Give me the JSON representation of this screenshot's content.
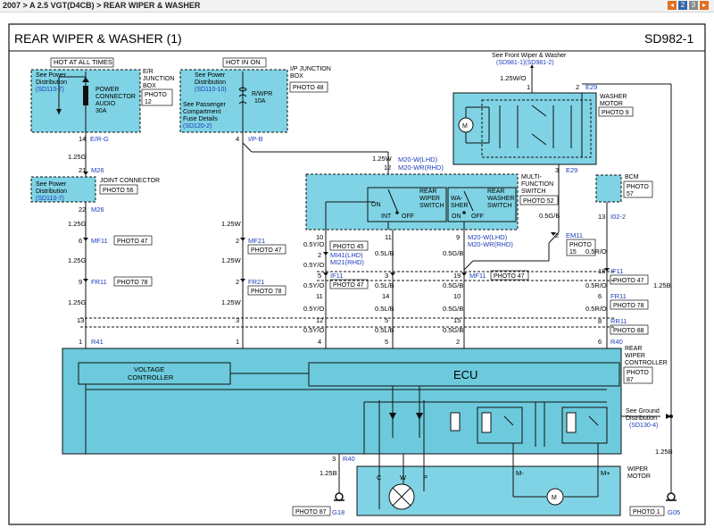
{
  "header": {
    "breadcrumb": "2007 > A 2.5 VGT(D4CB)  >  REAR WIPER & WASHER",
    "nav": [
      "◂",
      "2",
      "3",
      "▸"
    ]
  },
  "diagram": {
    "title": "REAR WIPER & WASHER (1)",
    "code": "SD982-1",
    "labels": {
      "hot_all_times": "HOT AT ALL TIMES",
      "hot_in_on": "HOT IN ON",
      "see_power_dist": "See Power",
      "distribution": "Distribution",
      "sd110_7": "(SD110-7)",
      "sd110_10": "(SD110-10)",
      "power_connector": "POWER",
      "connector": "CONNECTOR",
      "audio": "AUDIO",
      "a30": "30A",
      "er_junction": "E/R",
      "junction": "JUNCTION",
      "box": "BOX",
      "photo12a": "PHOTO",
      "photo12b": "12",
      "ip_junction": "I/P JUNCTION",
      "ip_box": "BOX",
      "photo48": "PHOTO 48",
      "rwpr": "R/WPR",
      "a10": "10A",
      "see_passenger": "See Passenger",
      "compartment": "Compartment",
      "fuse_details": "Fuse Details",
      "sd120_2": "(SD120-2)",
      "pin14": "14",
      "erg": "E/R-G",
      "pin4": "4",
      "ipb": "I/P-B",
      "w125g": "1.25G",
      "w125w": "1.25W",
      "pin21": "21",
      "m26a": "M26",
      "joint_connector": "JOINT CONNECTOR",
      "photo56": "PHOTO 56",
      "pin22": "22",
      "m26b": "M26",
      "w125w_b": "1.25W",
      "pin12": "12",
      "m20w_lhd": "M20-W(LHD)",
      "m20wr_rhd": "M20-WR(RHD)",
      "front_wiper1": "See Front Wiper & Washer",
      "front_wiper2": "(SD981-1)(SD981-2)",
      "w125wo": "1.25W/O",
      "pin1": "1",
      "pin2": "2",
      "e29a": "E29",
      "washer_motor1": "WASHER",
      "washer_motor2": "MOTOR",
      "photo9": "PHOTO 9",
      "motor_m": "M",
      "pin3": "3",
      "e29b": "E29",
      "multi1": "MULTI-",
      "multi2": "FUNCTION",
      "multi3": "SWITCH",
      "photo52": "PHOTO 52",
      "rear_wiper_sw1": "REAR",
      "rear_wiper_sw2": "WIPER",
      "rear_wiper_sw3": "SWITCH",
      "rear_washer_sw1": "REAR",
      "rear_washer_sw2": "WASHER",
      "rear_washer_sw3": "SWITCH",
      "on": "ON",
      "int": "INT",
      "off": "OFF",
      "wa": "WA-",
      "sher": "SHER",
      "on2": "ON",
      "off2": "OFF",
      "bcm": "BCM",
      "photo57a": "PHOTO",
      "photo57b": "57",
      "w05gb": "0.5G/B",
      "pin_em11": "2",
      "em11": "EM11",
      "photo15a": "PHOTO",
      "photo15b": "15",
      "pin13_bcm": "13",
      "i02_2": "I02-2",
      "pin6": "6",
      "mf11": "MF11",
      "photo47": "PHOTO 47",
      "pin2b": "2",
      "mf21": "MF21",
      "photo47b": "PHOTO 47",
      "pin9": "9",
      "fr11": "FR11",
      "photo78": "PHOTO 78",
      "pin2c": "2",
      "fr21": "FR21",
      "photo78b": "PHOTO 78",
      "pin13": "13",
      "pin3b": "3",
      "pin1r41": "1",
      "r41": "R41",
      "pin1b": "1",
      "pin10": "10",
      "w05yo": "0.5Y/O",
      "pin2d": "2",
      "mi41": "MI41(LHD)",
      "mi21": "MI21(RHD)",
      "photo45": "PHOTO 45",
      "pin11": "11",
      "w05lb": "0.5L/B",
      "pin9b": "9",
      "w05gb_b": "0.5G/B",
      "m20w_lhd2": "M20-W(LHD)",
      "m20wr_rhd2": "M20-WR(RHD)",
      "pin5": "5",
      "if11": "IF11",
      "photo47c": "PHOTO 47",
      "pin3c": "3",
      "pin19": "19",
      "mf11b": "MF11",
      "photo47d": "PHOTO 47",
      "pin18": "18",
      "if11b": "IF11",
      "photo47e": "PHOTO 47",
      "w05ro": "0.5R/O",
      "pin11b": "11",
      "pin14b": "14",
      "pin10b": "10",
      "pin6b": "6",
      "fr11b": "FR11",
      "photo78c": "PHOTO 78",
      "pin12b": "12",
      "pin5b": "5",
      "pin15": "15",
      "pin8": "8",
      "rr11": "RR11",
      "photo88": "PHOTO 88",
      "pin4b": "4",
      "pin5c": "5",
      "pin2e": "2",
      "pin6c": "6",
      "r40a": "R40",
      "rear_ctrl1": "REAR",
      "rear_ctrl2": "WIPER",
      "rear_ctrl3": "CONTROLLER",
      "photo87a": "PHOTO",
      "photo87b": "87",
      "voltage1": "VOLTAGE",
      "voltage2": "CONTROLLER",
      "ecu": "ECU",
      "see_ground1": "See Ground",
      "see_ground2": "Distribution",
      "sd130_4": "(SD130-4)",
      "w125b": "1.25B",
      "pin3r40": "3",
      "r40b": "R40",
      "w125b_b": "1.25B",
      "c": "C",
      "w": "W",
      "p": "P",
      "m_minus": "M-",
      "m_plus": "M+",
      "wiper_motor1": "WIPER",
      "wiper_motor2": "MOTOR",
      "motor_m2": "M",
      "w125b_c": "1.25B",
      "photo87c": "PHOTO 87",
      "g18": "G18",
      "photo1": "PHOTO 1",
      "g05": "G05"
    }
  },
  "colors": {
    "box_fill": "#7fd3e4",
    "controller_fill": "#6ccadc",
    "line": "#111111",
    "blue_text": "#1a3bb8",
    "nav_bg": "#e07020"
  }
}
